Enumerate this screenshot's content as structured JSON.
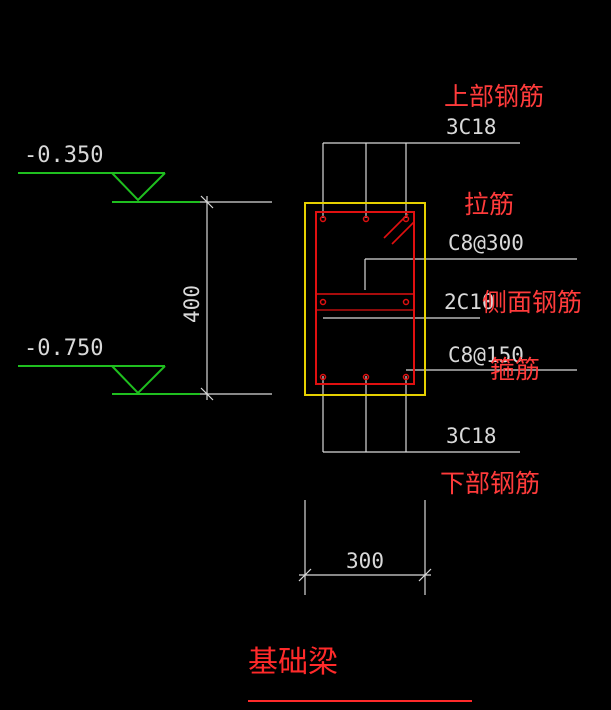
{
  "elevations": {
    "top": "-0.350",
    "bottom": "-0.750"
  },
  "dimensions": {
    "height": "400",
    "width": "300"
  },
  "rebar_specs": {
    "top_bars": "3C18",
    "tie_bar": "C8@300",
    "side_bars": "2C10",
    "stirrups": "C8@150",
    "bottom_bars": "3C18"
  },
  "annotations": {
    "top_rebar": "上部钢筋",
    "tie_rebar": "拉筋",
    "side_rebar": "侧面钢筋",
    "stirrup": "箍筋",
    "bottom_rebar": "下部钢筋"
  },
  "title": "基础梁",
  "colors": {
    "background": "#000000",
    "elevation_line": "#1fbf1f",
    "geometry": "#d9d9d9",
    "concrete_outline": "#e6d000",
    "rebar": "#e01010",
    "annotation": "#ff3b3b",
    "title": "#ff2a2a"
  }
}
